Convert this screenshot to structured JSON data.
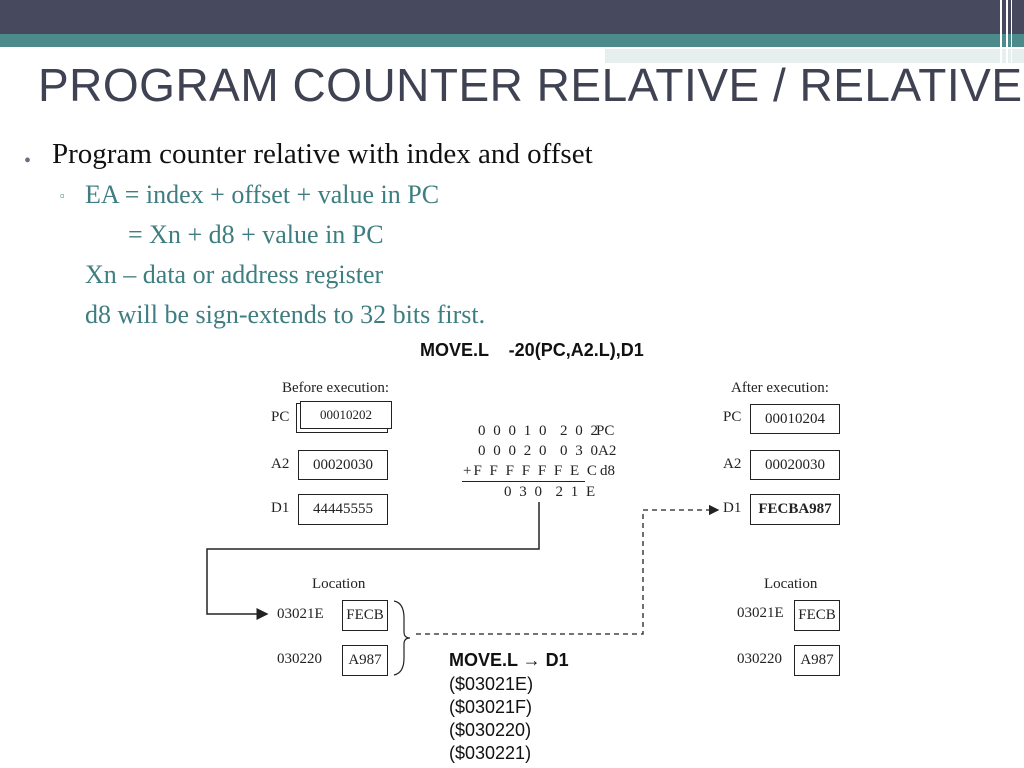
{
  "slide": {
    "title": "PROGRAM COUNTER RELATIVE / RELATIVE",
    "bullet_main": "Program counter relative with index and offset",
    "sub_line1": "EA = index + offset + value in PC",
    "sub_line2": "= Xn + d8 + value in PC",
    "sub_line3": "Xn – data or address register",
    "sub_line4": "d8 will be sign-extends to 32 bits first."
  },
  "diagram": {
    "instruction": "MOVE.L    -20(PC,A2.L),D1",
    "before_label": "Before execution:",
    "after_label": "After execution:",
    "before": {
      "pc_label": "PC",
      "pc_value": "00010202",
      "a2_label": "A2",
      "a2_value": "00020030",
      "d1_label": "D1",
      "d1_value": "44445555"
    },
    "after": {
      "pc_label": "PC",
      "pc_value": "00010204",
      "a2_label": "A2",
      "a2_value": "00020030",
      "d1_label": "D1",
      "d1_value": "FECBA987"
    },
    "calc": {
      "row1": "0 0 0 1 0  2 0 2",
      "row1_label": "PC",
      "row2": "0 0 0 2 0  0 3 0",
      "row2_label": "A2",
      "row3": "+F F F F F F E C",
      "row3_label": "d8",
      "row4": "0 3 0  2 1 E"
    },
    "memory_left": {
      "header": "Location",
      "addr1": "03021E",
      "val1": "FECB",
      "addr2": "030220",
      "val2": "A987"
    },
    "memory_right": {
      "header": "Location",
      "addr1": "03021E",
      "val1": "FECB",
      "addr2": "030220",
      "val2": "A987"
    },
    "move_block": {
      "line1": "MOVE.L → D1",
      "line2": "($03021E)",
      "line3": "($03021F)",
      "line4": "($030220)",
      "line5": "($030221)"
    }
  }
}
